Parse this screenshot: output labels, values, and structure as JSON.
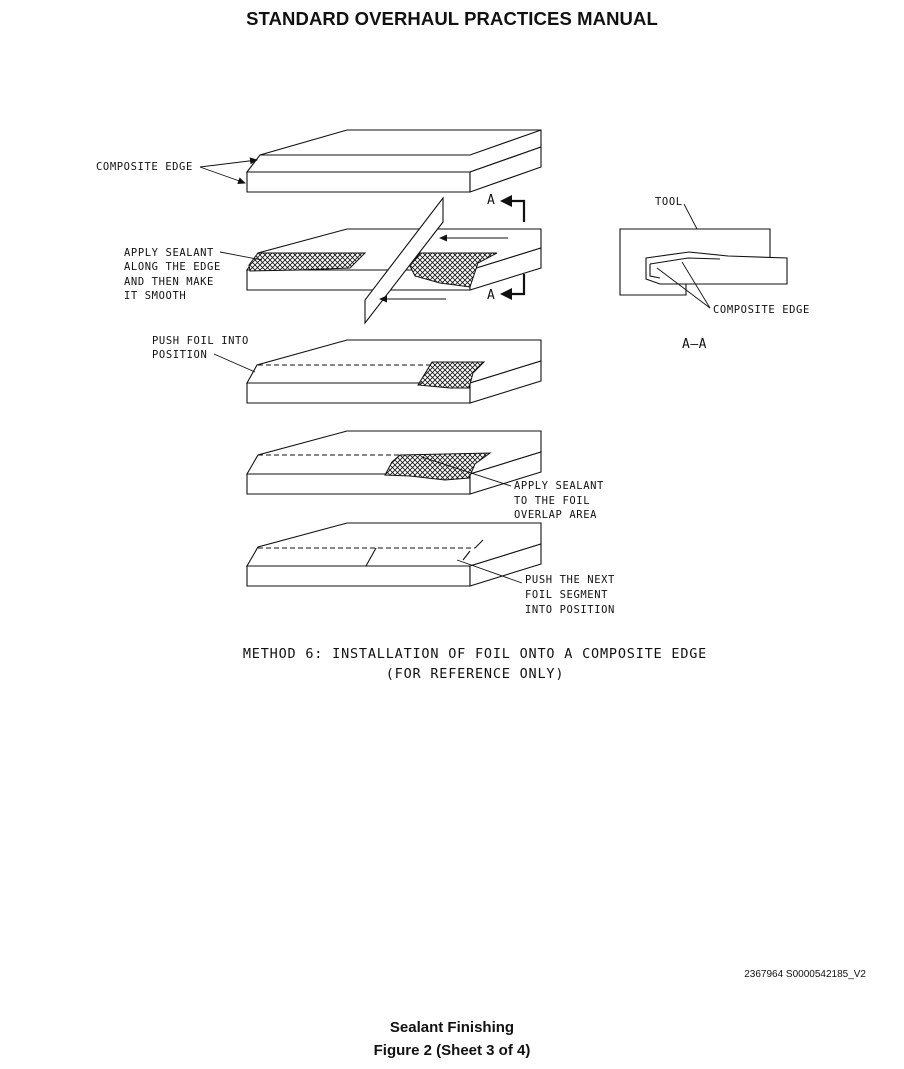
{
  "header": {
    "title": "STANDARD OVERHAUL PRACTICES MANUAL"
  },
  "labels": {
    "composite_edge_top": "COMPOSITE EDGE",
    "apply_sealant": [
      "APPLY SEALANT",
      "ALONG THE EDGE",
      "AND THEN MAKE",
      "IT SMOOTH"
    ],
    "push_foil": [
      "PUSH FOIL INTO",
      "POSITION"
    ],
    "apply_sealant_overlap": [
      "APPLY SEALANT",
      "TO THE FOIL",
      "OVERLAP AREA"
    ],
    "push_next": [
      "PUSH THE NEXT",
      "FOIL SEGMENT",
      "INTO POSITION"
    ],
    "section_marker_upper": "A",
    "section_marker_lower": "A",
    "tool": "TOOL",
    "composite_edge_section": "COMPOSITE EDGE",
    "section_view": "A–A"
  },
  "caption": {
    "line1": "METHOD 6: INSTALLATION OF FOIL ONTO A COMPOSITE EDGE",
    "line2": "(FOR REFERENCE ONLY)"
  },
  "footer": {
    "doc_id": "2367964 S0000542185_V2",
    "figure_title": "Sealant Finishing",
    "figure_sheet": "Figure 2  (Sheet 3 of 4)"
  }
}
